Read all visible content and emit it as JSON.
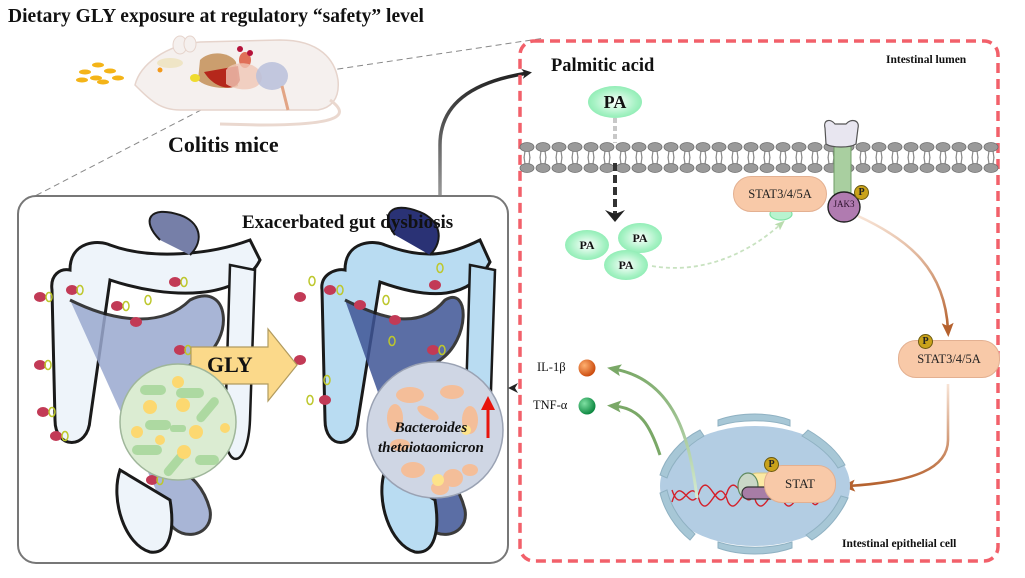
{
  "title": "Dietary GLY exposure at regulatory “safety” level",
  "mouse": {
    "label": "Colitis mice"
  },
  "gut_panel": {
    "label": "Exacerbated gut dysbiosis",
    "treatment_arrow_label": "GLY",
    "bacteria_label_line1": "Bacteroides",
    "bacteria_label_line2": "thetaiotaomicron",
    "bacteria_trend": "increase"
  },
  "cell_panel": {
    "lumen_label": "Intestinal lumen",
    "cell_label": "Intestinal epithelial cell",
    "metabolite_title": "Palmitic acid",
    "metabolite_abbrev": "PA",
    "intracellular_pa": [
      "PA",
      "PA",
      "PA"
    ],
    "receptor_stat_label": "STAT3/4/5A",
    "kinase_label": "JAK3",
    "phospho_label": "P",
    "phospho_stat_label": "STAT3/4/5A",
    "nuclear_stat_label": "STAT",
    "cytokines": [
      {
        "label": "IL-1β",
        "color": "#e2570f"
      },
      {
        "label": "TNF-α",
        "color": "#0f9a4a"
      }
    ]
  },
  "colors": {
    "cell_border": "#f2606a",
    "stat_fill": "#f8c9a8",
    "pa_fill": "#8ff0b6",
    "jak_fill": "#b07bb0",
    "nucleus_fill": "#b3cde3",
    "gly_arrow": "#fbd98a"
  }
}
